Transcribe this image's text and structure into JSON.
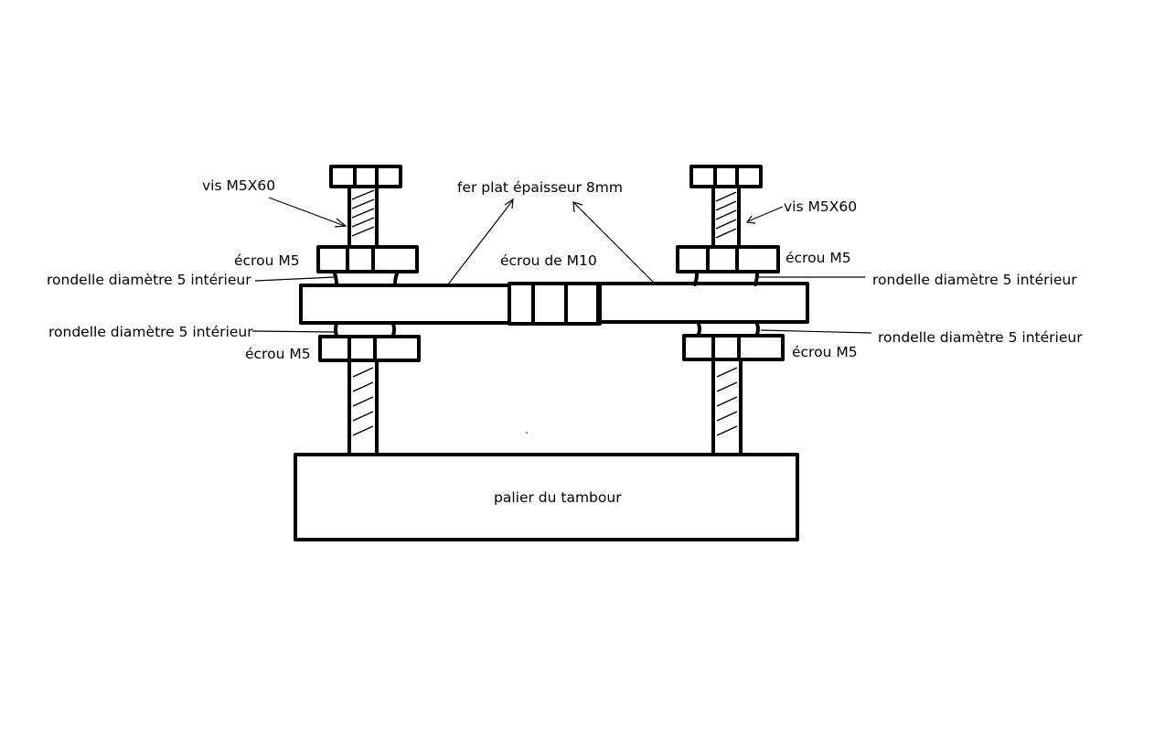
{
  "labels": {
    "vis_left": "vis M5X60",
    "vis_right": "vis M5X60",
    "fer_plat": "fer plat épaisseur 8mm",
    "ecrou_left_top": "écrou M5",
    "ecrou_right_top": "écrou M5",
    "rondelle_left_top": "rondelle diamètre 5 intérieur",
    "rondelle_right_top": "rondelle diamètre 5 intérieur",
    "ecrou_m10": "écrou de M10",
    "rondelle_left_bottom": "rondelle diamètre 5 intérieur",
    "rondelle_right_bottom": "rondelle diamètre 5 intérieur",
    "ecrou_left_bottom": "écrou M5",
    "ecrou_right_bottom": "écrou M5",
    "palier": "palier du tambour"
  },
  "colors": {
    "ink": "#000000",
    "background": "#ffffff"
  }
}
